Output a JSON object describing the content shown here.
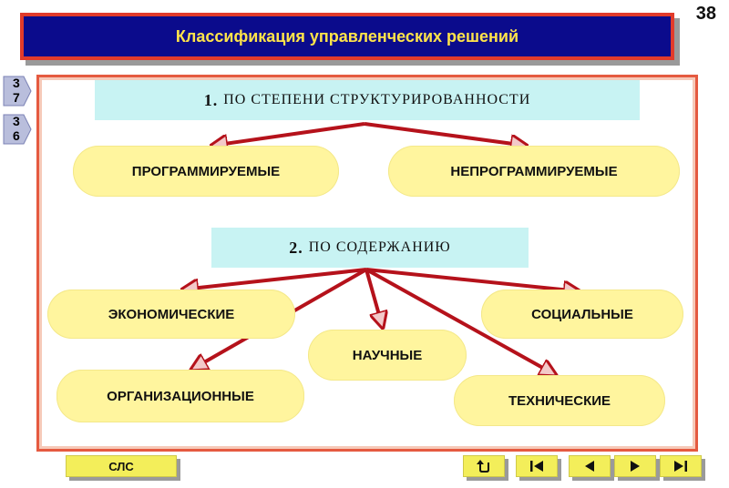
{
  "page_number": "38",
  "title": "Классификация управленческих решений",
  "side_tabs": [
    {
      "digits": [
        "3",
        "7"
      ]
    },
    {
      "digits": [
        "3",
        "6"
      ]
    }
  ],
  "section1": {
    "number": "1.",
    "title": "ПО СТЕПЕНИ СТРУКТУРИРОВАННОСТИ",
    "items": [
      "ПРОГРАММИРУЕМЫЕ",
      "НЕПРОГРАММИРУЕМЫЕ"
    ]
  },
  "section2": {
    "number": "2.",
    "title": "ПО СОДЕРЖАНИЮ",
    "items": {
      "economic": "ЭКОНОМИЧЕСКИЕ",
      "social": "СОЦИАЛЬНЫЕ",
      "scientific": "НАУЧНЫЕ",
      "organizational": "ОРГАНИЗАЦИОННЫЕ",
      "technical": "ТЕХНИЧЕСКИЕ"
    }
  },
  "nav": {
    "sls_label": "СЛС",
    "buttons": [
      "return-icon",
      "first-icon",
      "prev-icon",
      "next-icon",
      "last-icon"
    ]
  },
  "colors": {
    "title_bg": "#0b0b8c",
    "title_text": "#ffe44a",
    "frame_border": "#e55a40",
    "header_bg": "#c8f3f3",
    "pill_bg": "#fff59e",
    "arrow": "#b5121b",
    "nav_bg": "#f3ee5a"
  }
}
